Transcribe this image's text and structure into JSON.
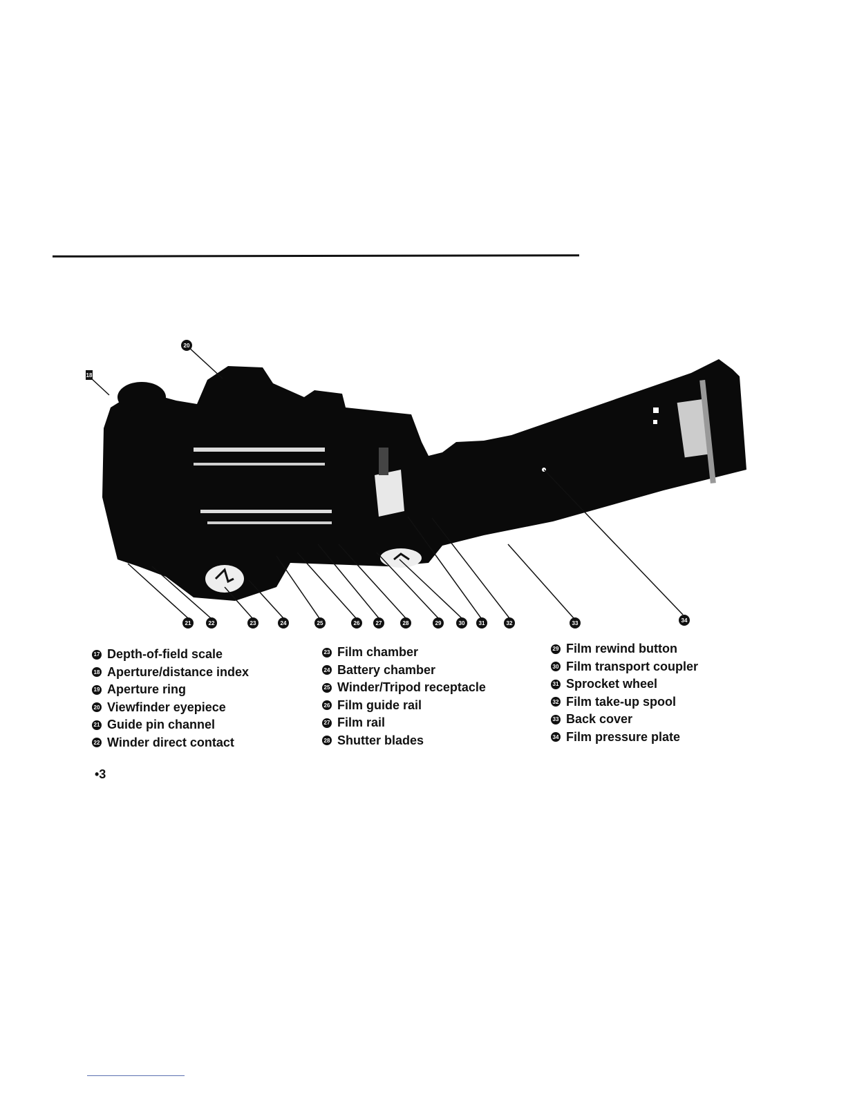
{
  "legend": {
    "col1": [
      {
        "num": "17",
        "label": "Depth-of-field scale"
      },
      {
        "num": "18",
        "label": "Aperture/distance index"
      },
      {
        "num": "19",
        "label": "Aperture ring"
      },
      {
        "num": "20",
        "label": "Viewfinder eyepiece"
      },
      {
        "num": "21",
        "label": "Guide pin channel"
      },
      {
        "num": "22",
        "label": "Winder direct contact"
      }
    ],
    "col2": [
      {
        "num": "23",
        "label": "Film chamber"
      },
      {
        "num": "24",
        "label": "Battery chamber"
      },
      {
        "num": "25",
        "label": "Winder/Tripod receptacle"
      },
      {
        "num": "26",
        "label": "Film guide rail"
      },
      {
        "num": "27",
        "label": "Film rail"
      },
      {
        "num": "28",
        "label": "Shutter blades"
      }
    ],
    "col3": [
      {
        "num": "29",
        "label": "Film rewind button"
      },
      {
        "num": "30",
        "label": "Film transport coupler"
      },
      {
        "num": "31",
        "label": "Sprocket wheel"
      },
      {
        "num": "32",
        "label": "Film take-up spool"
      },
      {
        "num": "33",
        "label": "Back cover"
      },
      {
        "num": "34",
        "label": "Film pressure plate"
      }
    ]
  },
  "callouts": {
    "top": "20",
    "left": "18",
    "bottom": [
      "21",
      "22",
      "23",
      "24",
      "25",
      "26",
      "27",
      "28",
      "29",
      "30",
      "31",
      "32",
      "33",
      "34"
    ]
  },
  "page_number": "•3"
}
